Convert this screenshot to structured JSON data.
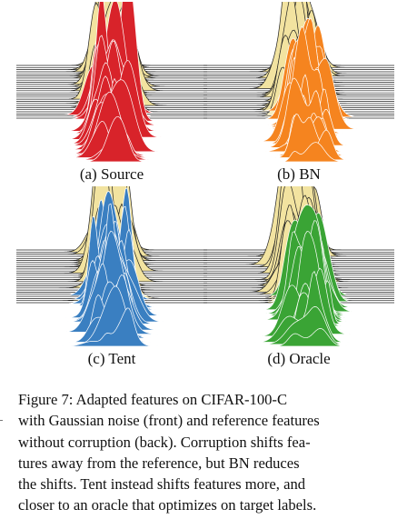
{
  "figure": {
    "panels": [
      {
        "id": "a",
        "label": "(a) Source",
        "color": "#d8232a"
      },
      {
        "id": "b",
        "label": "(b) BN",
        "color": "#f5841f"
      },
      {
        "id": "c",
        "label": "(c) Tent",
        "color": "#3a7fc1"
      },
      {
        "id": "d",
        "label": "(d) Oracle",
        "color": "#3aa435"
      }
    ],
    "reference_color": "#f2e3a0",
    "line_color": "#222222"
  },
  "caption": {
    "lines": [
      "Figure 7:  Adapted features on CIFAR-100-C",
      "with Gaussian noise (front) and reference features",
      "without corruption (back). Corruption shifts fea-",
      "tures away from the reference, but BN reduces",
      "the shifts. Tent instead shifts features more, and",
      "closer to an oracle that optimizes on target labels."
    ]
  }
}
